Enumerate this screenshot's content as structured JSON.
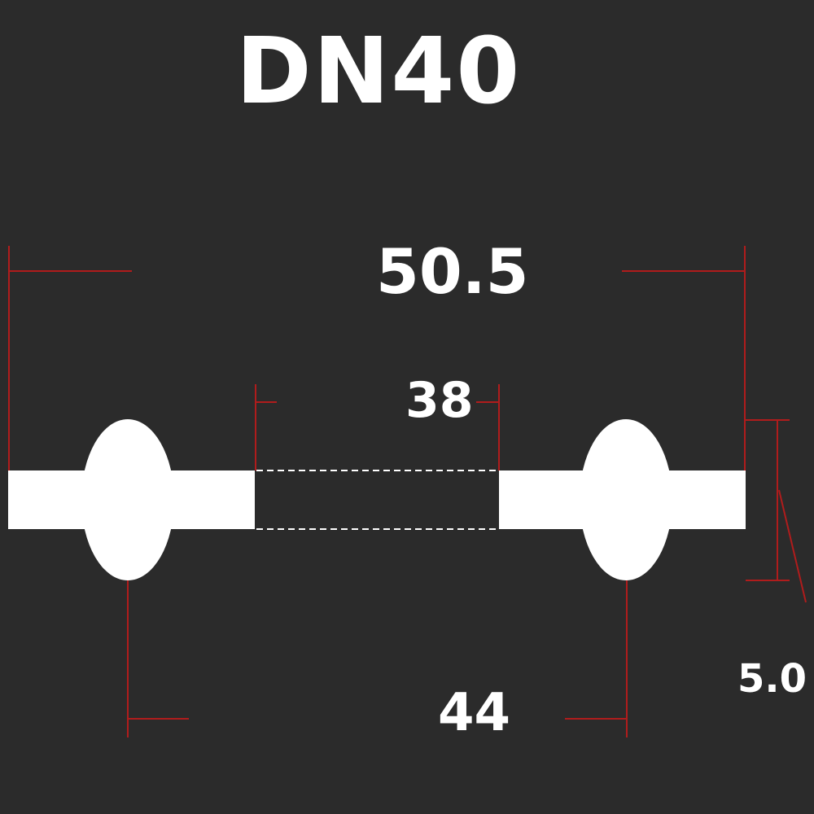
{
  "title": "DN40",
  "dimensions": {
    "outer_diameter": "50.5",
    "inner_diameter": "38",
    "bead_center_distance": "44",
    "bead_thickness": "5.0"
  },
  "colors": {
    "background": "#2b2b2b",
    "gasket": "#ffffff",
    "dimension_line": "#b01c1c",
    "text": "#ffffff"
  }
}
